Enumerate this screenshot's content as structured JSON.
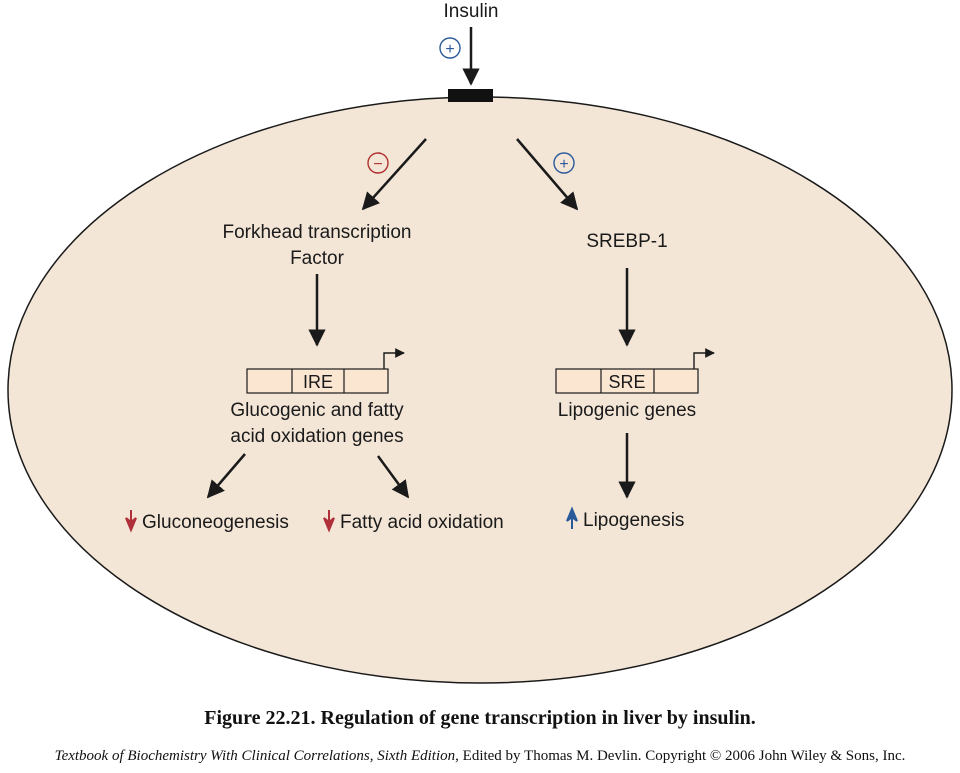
{
  "colors": {
    "cell_fill": "#f3e6d7",
    "outline": "#1a1a1a",
    "box_fill": "#fbe6d2",
    "plus_sign": "#2a5a9a",
    "minus_sign": "#b03030",
    "down_arrow": "#b0303a",
    "up_arrow": "#2a5a9a"
  },
  "diagram": {
    "stimulus": "Insulin",
    "signs": {
      "insulin": "+",
      "forkhead": "−",
      "srebp": "+"
    },
    "left_branch": {
      "factor_line1": "Forkhead transcription",
      "factor_line2": "Factor",
      "element": "IRE",
      "genes_line1": "Glucogenic and fatty",
      "genes_line2": "acid oxidation genes",
      "outcome1": "Gluconeogenesis",
      "outcome1_direction": "down",
      "outcome2": "Fatty acid oxidation",
      "outcome2_direction": "down"
    },
    "right_branch": {
      "factor": "SREBP-1",
      "element": "SRE",
      "genes": "Lipogenic genes",
      "outcome": "Lipogenesis",
      "outcome_direction": "up"
    }
  },
  "caption": "Figure 22.21.  Regulation of gene transcription in liver by insulin.",
  "source": {
    "book_title": "Textbook of Biochemistry With Clinical Correlations, Sixth Edition",
    "rest": ", Edited by Thomas M. Devlin. Copyright © 2006 John Wiley & Sons, Inc."
  }
}
